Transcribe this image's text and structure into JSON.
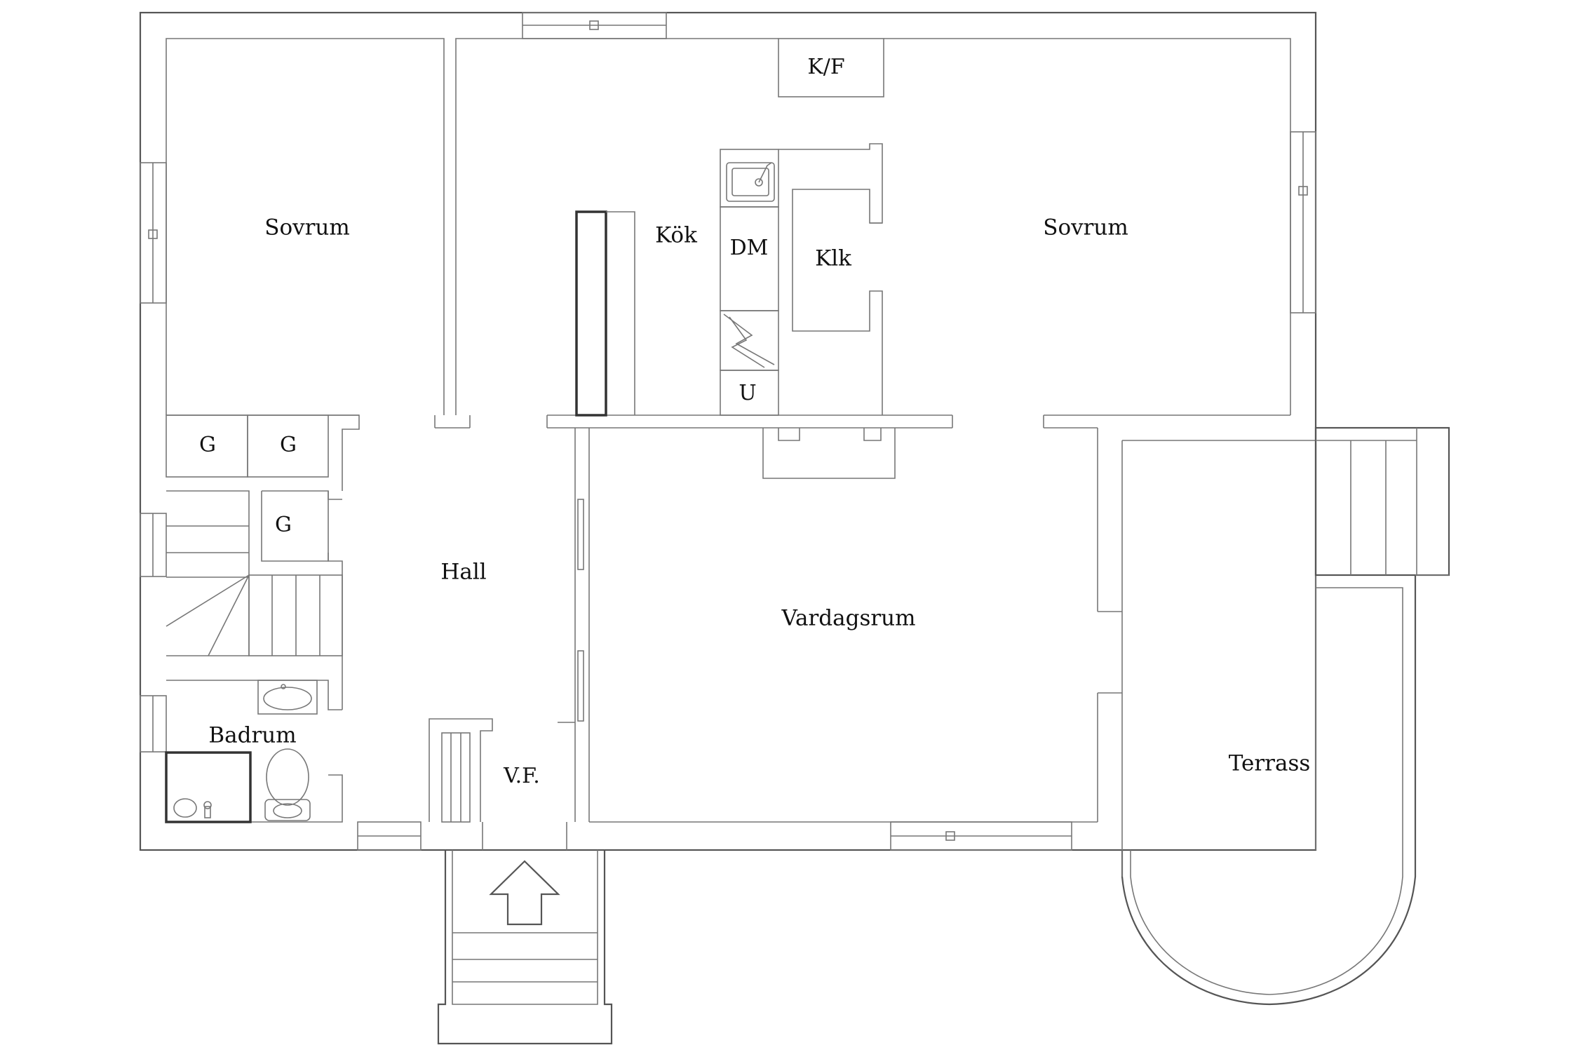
{
  "rooms": {
    "sovrum_left": "Sovrum",
    "sovrum_right": "Sovrum",
    "kok": "Kök",
    "dm": "DM",
    "klk": "Klk",
    "kf": "K/F",
    "u": "U",
    "g1": "G",
    "g2": "G",
    "g3": "G",
    "hall": "Hall",
    "vardagsrum": "Vardagsrum",
    "badrum": "Badrum",
    "vf": "V.F.",
    "terrass": "Terrass"
  },
  "symbols": {
    "entrance": "arrow-up-icon",
    "sink": "kitchen-sink-icon",
    "basin": "wash-basin-icon",
    "toilet": "toilet-icon",
    "stove": "stove-icon"
  }
}
